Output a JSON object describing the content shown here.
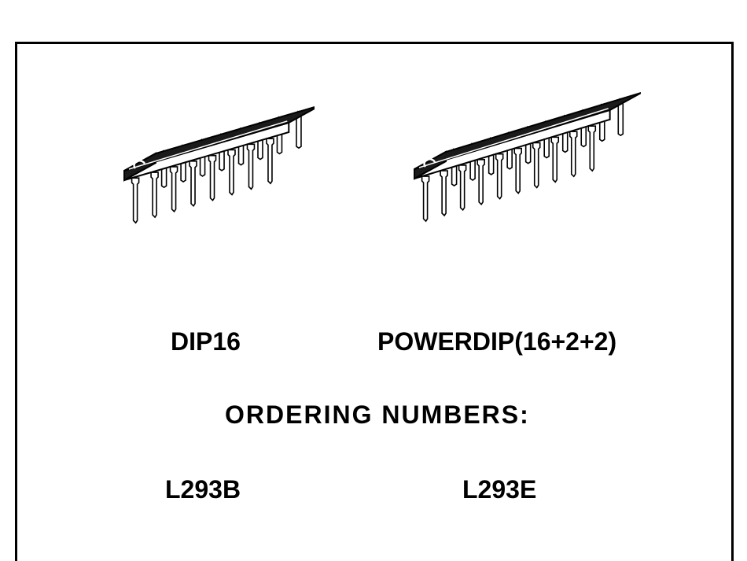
{
  "packages": [
    {
      "name": "DIP16",
      "pins_per_side": 8
    },
    {
      "name": "POWERDIP(16+2+2)",
      "pins_per_side": 10
    }
  ],
  "ordering": {
    "heading": "ORDERING NUMBERS:",
    "numbers": [
      "L293B",
      "L293E"
    ]
  },
  "colors": {
    "ink": "#000000",
    "body_dark": "#1a1a1a",
    "paper": "#ffffff"
  }
}
